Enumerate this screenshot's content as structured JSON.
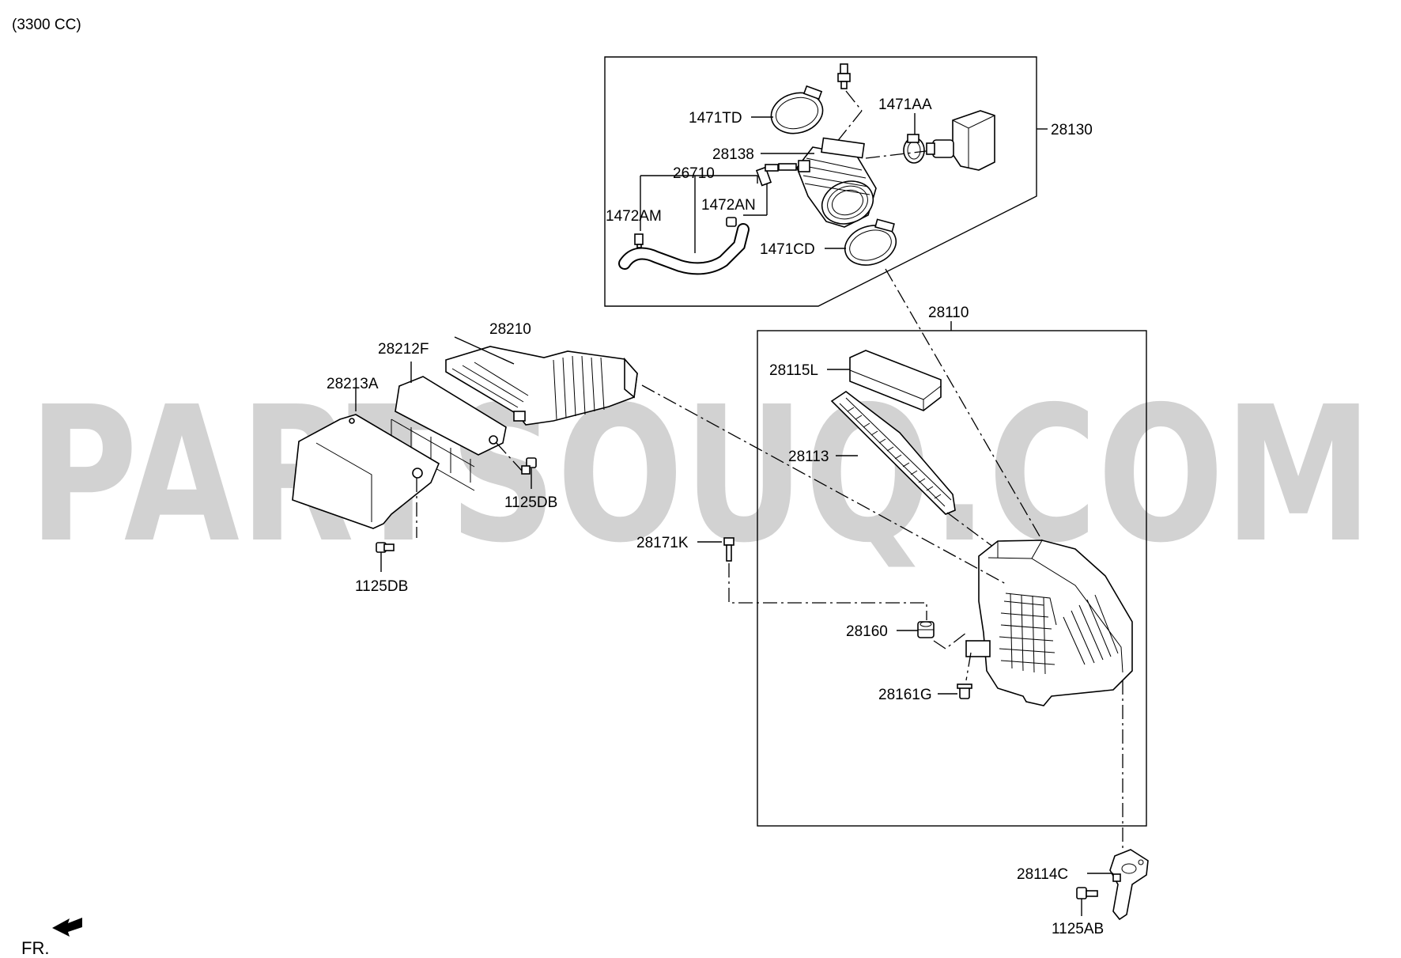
{
  "engine_note": "(3300 CC)",
  "watermark": "PARTSOUQ.COM",
  "front_indicator": "FR.",
  "callouts": {
    "p28130": "28130",
    "p1471AA": "1471AA",
    "p1471TD": "1471TD",
    "p28138": "28138",
    "p26710": "26710",
    "p1472AM": "1472AM",
    "p1472AN": "1472AN",
    "p1471CD": "1471CD",
    "p28110": "28110",
    "p28115L": "28115L",
    "p28113": "28113",
    "p28210": "28210",
    "p28212F": "28212F",
    "p28213A": "28213A",
    "p1125DB_a": "1125DB",
    "p1125DB_b": "1125DB",
    "p28171K": "28171K",
    "p28160": "28160",
    "p28161G": "28161G",
    "p28114C": "28114C",
    "p1125AB": "1125AB"
  }
}
